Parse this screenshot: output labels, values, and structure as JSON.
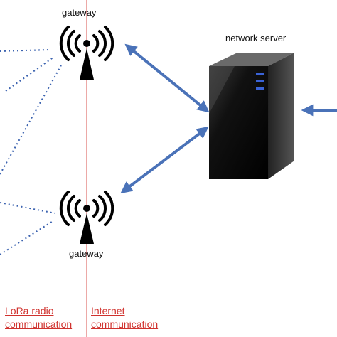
{
  "labels": {
    "gateway_top": "gateway",
    "gateway_bottom": "gateway",
    "network_server": "network server",
    "lora_line1": "LoRa radio",
    "lora_line2": "communication",
    "internet_line1": "Internet",
    "internet_line2": "communication"
  },
  "colors": {
    "arrow": "#4a72b8",
    "dotted_link": "#3c63b0",
    "divider": "#d9534f",
    "caption": "#d0312d",
    "server_led": "#3a63d8",
    "icon": "#000000"
  },
  "icons": [
    "antenna-icon",
    "server-icon"
  ]
}
